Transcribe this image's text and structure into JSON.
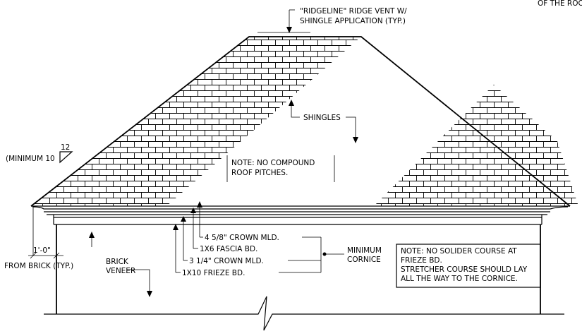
{
  "labels": {
    "ridge_vent_1": "\"RIDGELINE\" RIDGE VENT W/",
    "ridge_vent_2": "SHINGLE APPLICATION (TYP.)",
    "corner_note": "OF THE ROO",
    "shingles": "SHINGLES",
    "pitch_prefix": "(MINIMUM 10",
    "pitch_rise": "12",
    "roof_note_1": "NOTE:  NO COMPOUND",
    "roof_note_2": "ROOF PITCHES.",
    "crown_mld_large": "4 5/8\" CROWN MLD.",
    "fascia": "1X6 FASCIA BD.",
    "crown_mld_small": "3 1/4\" CROWN MLD.",
    "frieze": "1X10 FRIEZE BD.",
    "min_cornice_1": "MINIMUM",
    "min_cornice_2": "CORNICE",
    "overhang_dim": "1'-0\"",
    "from_brick": "FROM BRICK  (TYP.)",
    "brick_veneer_1": "BRICK",
    "brick_veneer_2": "VENEER",
    "cornice_note_1": "NOTE: NO SOLIDER COURSE AT",
    "cornice_note_2": "FRIEZE BD.",
    "cornice_note_3": "STRETCHER COURSE SHOULD LAY",
    "cornice_note_4": "ALL THE WAY TO THE CORNICE."
  }
}
